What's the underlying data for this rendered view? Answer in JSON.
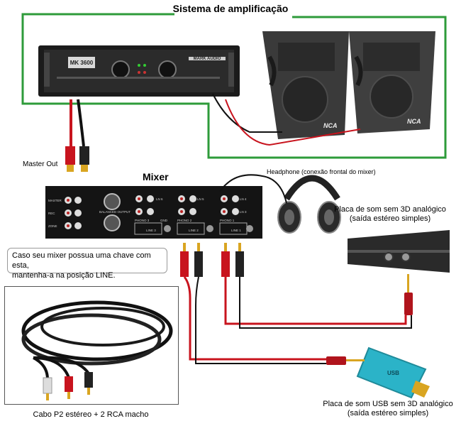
{
  "title": "Sistema de amplificação",
  "amplifier": {
    "brand": "MARK AUDIO",
    "model": "MK 3600"
  },
  "speakers": {
    "brand": "NCA"
  },
  "mixer": {
    "title": "Mixer",
    "labels": [
      "MASTER",
      "REC",
      "ZONE",
      "BALANCED OUTPUT",
      "PHONO 3",
      "LINE 3",
      "PHONO 2",
      "LINE 2",
      "PHONO 1",
      "LINE 1",
      "GND",
      "LN 6",
      "LN 5",
      "LN 4",
      "LN 3"
    ]
  },
  "labels": {
    "master_out": "Master Out",
    "headphone": "Headphone (conexão frontal do mixer)",
    "soundcard_3d_line1": "Placa de som sem 3D analógico",
    "soundcard_3d_line2": "(saída estéreo simples)",
    "soundcard_usb_line1": "Placa de som USB sem 3D analógico",
    "soundcard_usb_line2": "(saída estéreo simples)",
    "cable": "Cabo P2 estéreo + 2 RCA macho"
  },
  "note": {
    "line1": "Caso seu mixer possua uma chave com esta,",
    "line2": "mantenha-a na posição LINE."
  },
  "colors": {
    "green_border": "#2e9b3a",
    "red_cable": "#c8141e",
    "black_cable": "#111111",
    "gold": "#d9a521"
  }
}
